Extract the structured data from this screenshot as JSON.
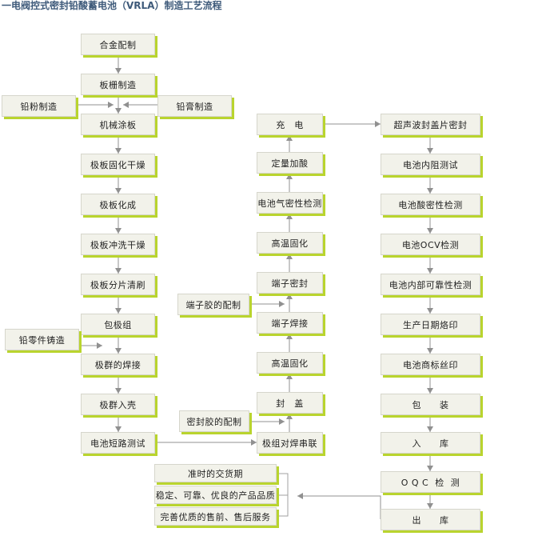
{
  "title": "一电阀控式密封铅酸蓄电池（VRLA）制造工艺流程",
  "steps": {
    "alloy": "合金配制",
    "grid": "板栅制造",
    "lead_powder": "铅粉制造",
    "lead_paste": "铅膏制造",
    "pasting": "机械涂板",
    "curing": "极板固化干燥",
    "formation": "极板化成",
    "wash_dry": "极板冲洗干燥",
    "cut_brush": "极板分片清刷",
    "wrap": "包极组",
    "lead_parts": "铅零件铸造",
    "cos_welding": "极群的焊接",
    "insertion": "极群入壳",
    "short_test": "电池短路测试",
    "series_weld": "极组对焊串联",
    "seal_glue": "密封胶的配制",
    "lid": "封　盖",
    "hightemp2": "高温固化",
    "terminal_weld": "端子焊接",
    "terminal_glue": "端子胶的配制",
    "terminal_seal": "端子密封",
    "hightemp1": "高温固化",
    "air_test": "电池气密性检测",
    "acid_fill": "定量加酸",
    "charge": "充　电",
    "ultrasonic": "超声波封盖片密封",
    "resistance": "电池内阻测试",
    "acid_seal": "电池酸密性检测",
    "ocv": "电池OCV检测",
    "reliability": "电池内部可靠性检测",
    "date_print": "生产日期烙印",
    "trademark": "电池商标丝印",
    "packing": "包　　装",
    "storage": "入　　库",
    "oqc": "O Q C  检  测",
    "shipping": "出　　库"
  },
  "outcomes": [
    "准时的交货期",
    "稳定、可靠、优良的产品品质",
    "完善优质的售前、售后服务"
  ]
}
